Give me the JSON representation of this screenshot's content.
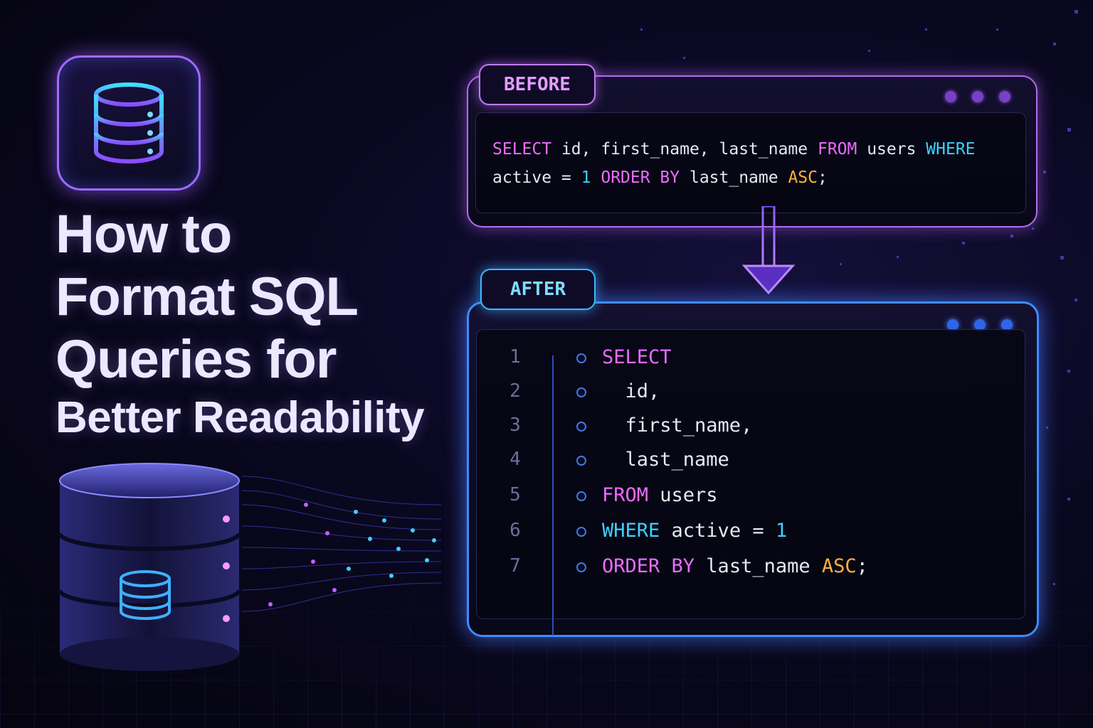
{
  "title": {
    "line1": "How to",
    "line2": "Format SQL",
    "line3": "Queries for",
    "line4": "Better Readability"
  },
  "before": {
    "label": "BEFORE",
    "code": {
      "t1": "SELECT",
      "t2": " id, first_name, last_name ",
      "t3": "FROM",
      "t4": " users ",
      "t5": "WHERE",
      "t6": "active = ",
      "t7": "1",
      "t8": " ",
      "t9": "ORDER BY",
      "t10": " last_name ",
      "t11": "ASC",
      "t12": ";"
    }
  },
  "after": {
    "label": "AFTER",
    "lines": [
      {
        "n": "1",
        "a": "SELECT",
        "b": ""
      },
      {
        "n": "2",
        "a": "",
        "b": "  id,"
      },
      {
        "n": "3",
        "a": "",
        "b": "  first_name,"
      },
      {
        "n": "4",
        "a": "",
        "b": "  last_name"
      },
      {
        "n": "5",
        "a": "FROM",
        "b": " users"
      },
      {
        "n": "6",
        "a": "WHERE",
        "b": " active = ",
        "c": "1"
      },
      {
        "n": "7",
        "a": "ORDER BY",
        "b": " last_name ",
        "c": "ASC",
        "d": ";"
      }
    ]
  },
  "colors": {
    "keyword_pink": "#ea6cff",
    "keyword_cyan": "#3fd0ff",
    "keyword_orange": "#ffb23f",
    "before_border": "#b36cf0",
    "after_border": "#3f8cff"
  },
  "icons": [
    "database-icon",
    "arrow-down-icon",
    "server-stack-icon"
  ]
}
